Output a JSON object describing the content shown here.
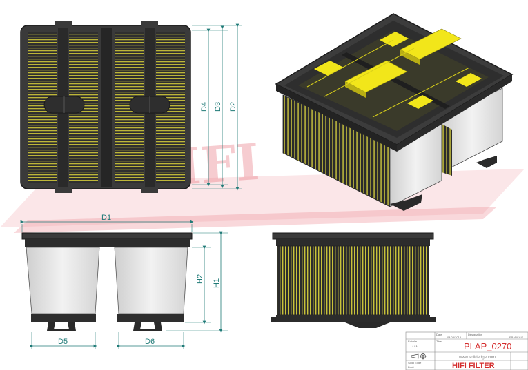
{
  "dimensions": {
    "d1": "D1",
    "d2": "D2",
    "d3": "D3",
    "d4": "D4",
    "d5": "D5",
    "d6": "D6",
    "h1": "H1",
    "h2": "H2"
  },
  "watermark": {
    "text": "HIFI"
  },
  "title_block": {
    "part_number": "PLAP_0270",
    "website": "www.solidedge.com",
    "brand": "HIFI FILTER",
    "date": "04/03/2013",
    "language": "FRANCAIS",
    "sheet": "1 / 1",
    "label_date": "Date",
    "label_designation": "Désignation",
    "label_scale": "Echelle",
    "label_title": "Titre",
    "label_edge": "Solid Edge",
    "label_draft": "Draft"
  },
  "colors": {
    "frame": "#3a3a3a",
    "frame_dark": "#262626",
    "pleat_yellow": "#c9c23a",
    "accent_yellow": "#f2e61a",
    "panel_grey": "#d9d9d9",
    "dimension": "#1f7a77",
    "brand_red": "#d42c2c"
  }
}
